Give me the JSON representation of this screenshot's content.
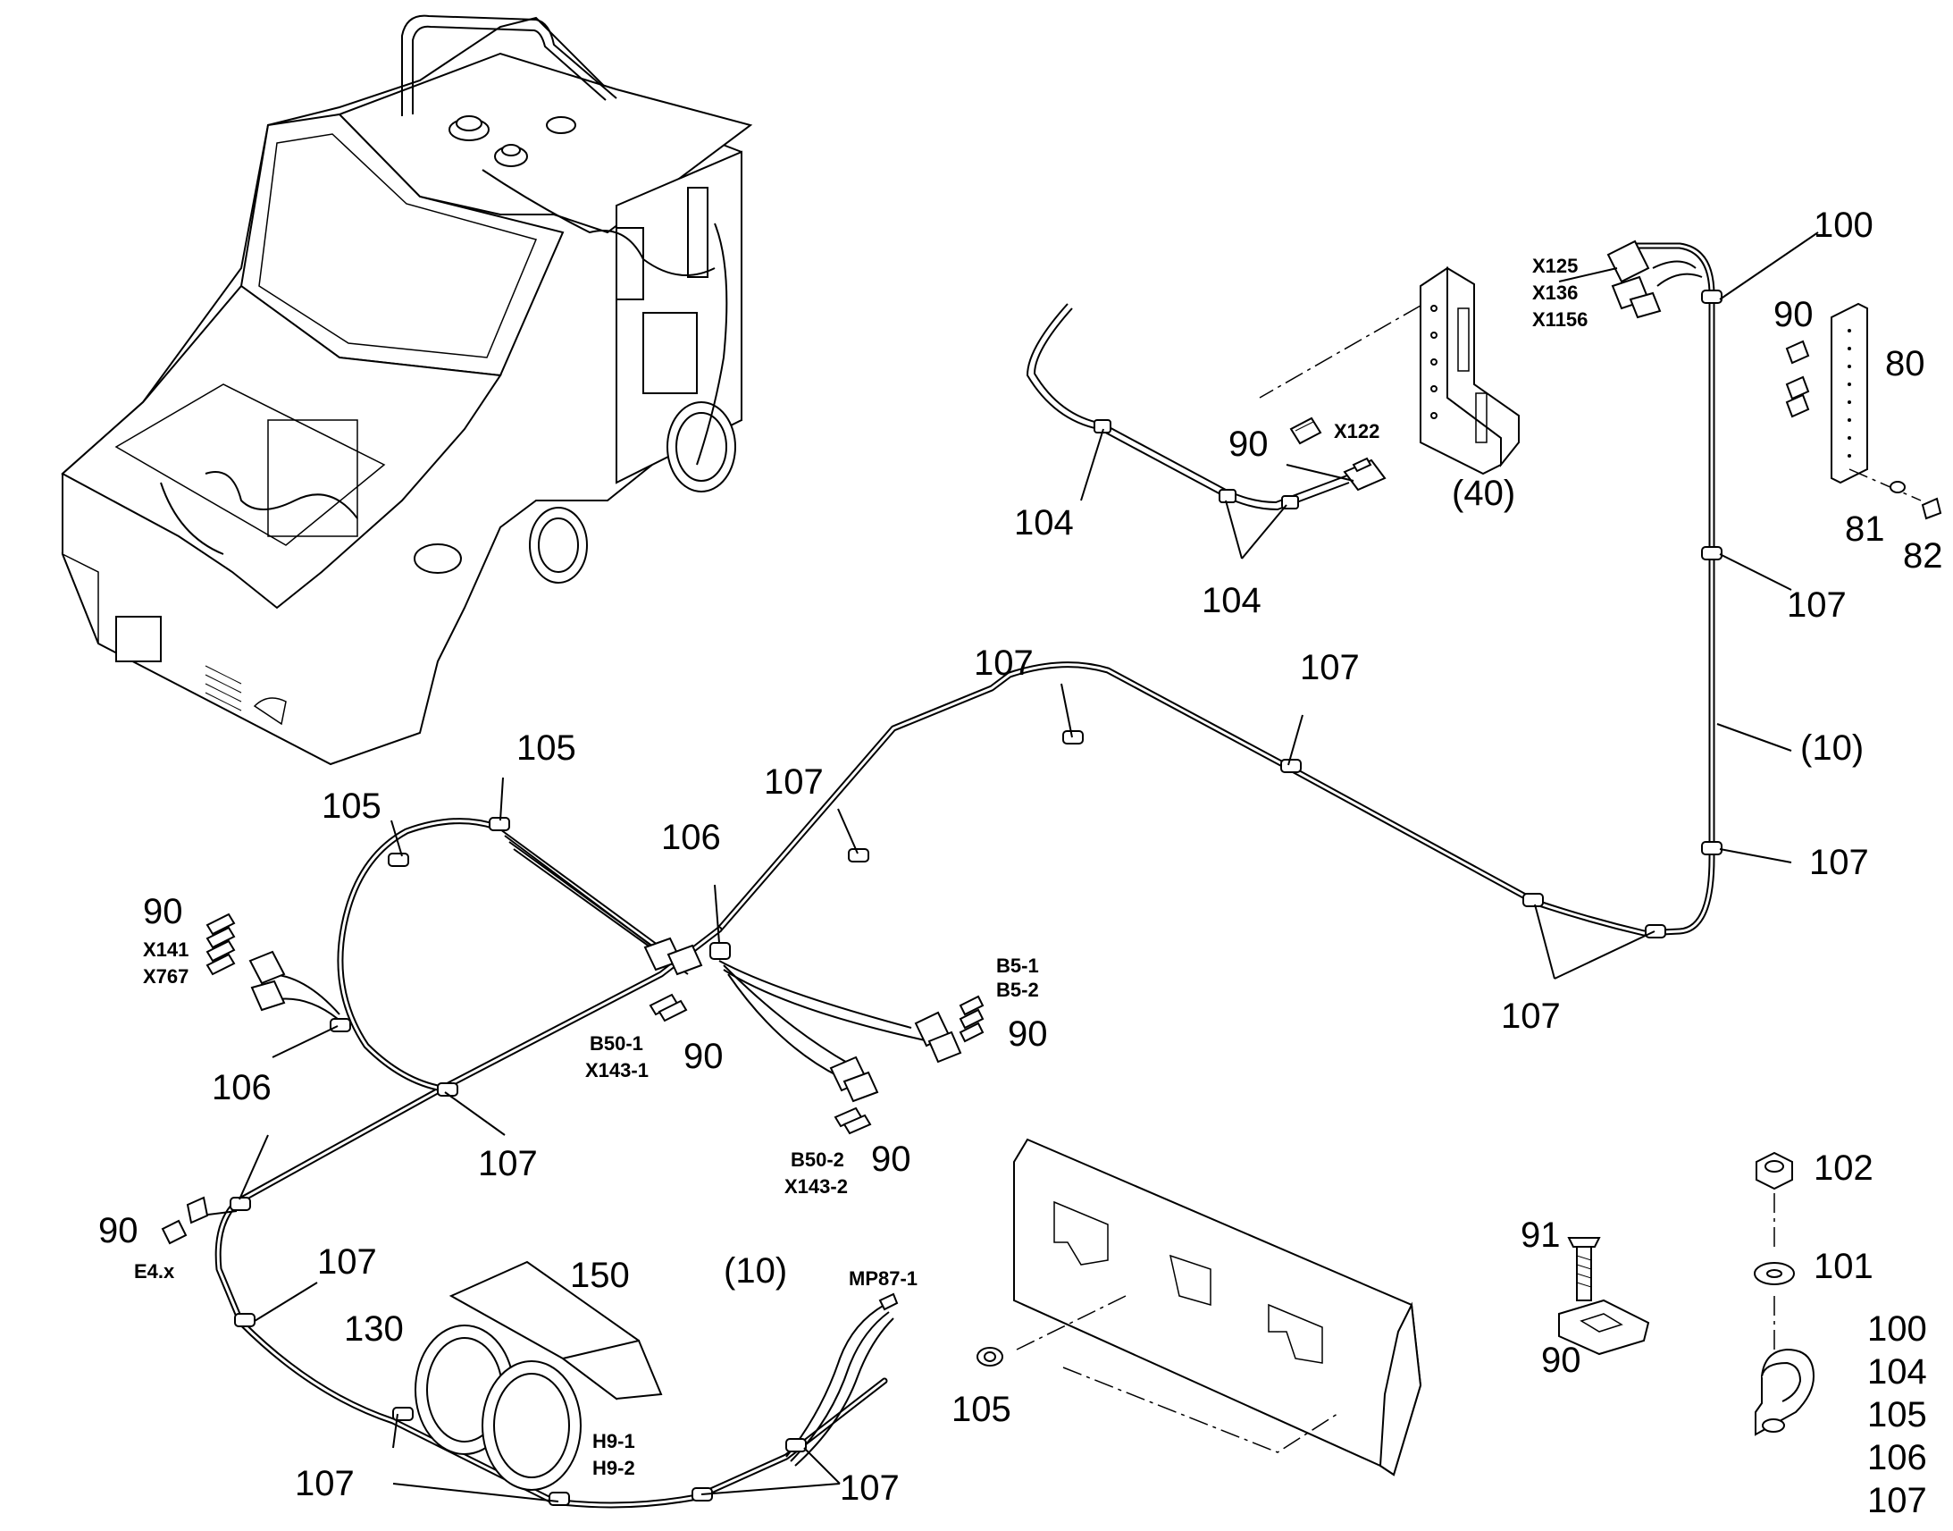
{
  "callouts": {
    "c100_top": "100",
    "c90_right": "90",
    "c80": "80",
    "c81": "81",
    "c82": "82",
    "c107_r1": "107",
    "c10_r": "(10)",
    "c107_r2": "107",
    "c107_bottom_right": "107",
    "c104_left": "104",
    "c104_bottom": "104",
    "c90_x122": "90",
    "c40": "(40)",
    "c107_mid1": "107",
    "c107_mid2": "107",
    "c107_mid3": "107",
    "c106_center": "106",
    "c105_a": "105",
    "c105_b": "105",
    "c90_left": "90",
    "c106_left": "106",
    "c107_left": "107",
    "c90_b50_1": "90",
    "c90_b5": "90",
    "c90_b50_2": "90",
    "c90_e4": "90",
    "c107_low1": "107",
    "c150": "150",
    "c130": "130",
    "c10_low": "(10)",
    "c107_low2": "107",
    "c107_low3": "107",
    "c105_bracket": "105",
    "c91": "91",
    "c90_clamp": "90",
    "c102": "102",
    "c101": "101",
    "c100_list": "100",
    "c104_list": "104",
    "c105_list": "105",
    "c106_list": "106",
    "c107_list": "107"
  },
  "connectors": {
    "x125": "X125",
    "x136": "X136",
    "x1156": "X1156",
    "x122": "X122",
    "x141": "X141",
    "x767": "X767",
    "b50_1": "B50-1",
    "x143_1": "X143-1",
    "b5_1": "B5-1",
    "b5_2": "B5-2",
    "b50_2": "B50-2",
    "x143_2": "X143-2",
    "e4x": "E4.x",
    "mp87_1": "MP87-1",
    "h9_1": "H9-1",
    "h9_2": "H9-2"
  }
}
